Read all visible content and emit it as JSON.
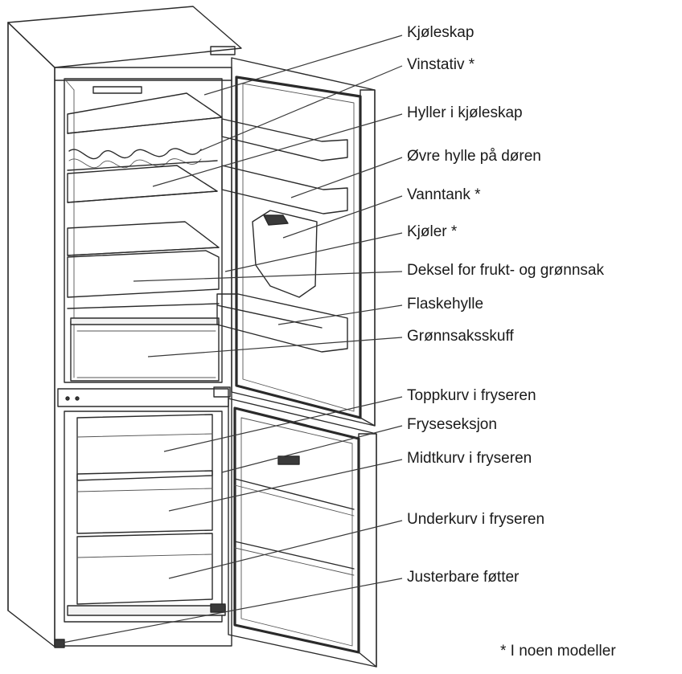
{
  "labels": [
    {
      "id": "kjoleskap",
      "text": "Kjøleskap"
    },
    {
      "id": "vinstativ",
      "text": "Vinstativ *"
    },
    {
      "id": "hyller",
      "text": "Hyller i kjøleskap"
    },
    {
      "id": "ovre-hylle",
      "text": "Øvre hylle på døren"
    },
    {
      "id": "vanntank",
      "text": "Vanntank *"
    },
    {
      "id": "kjoler",
      "text": "Kjøler *"
    },
    {
      "id": "deksel",
      "text": "Deksel for frukt- og grønnsak"
    },
    {
      "id": "flaskehylle",
      "text": "Flaskehylle"
    },
    {
      "id": "gronnsaksskuff",
      "text": "Grønnsaksskuff"
    },
    {
      "id": "toppkurv",
      "text": "Toppkurv i fryseren"
    },
    {
      "id": "fryseseksjon",
      "text": "Fryseseksjon"
    },
    {
      "id": "midtkurv",
      "text": "Midtkurv i fryseren"
    },
    {
      "id": "underkurv",
      "text": "Underkurv i fryseren"
    },
    {
      "id": "justerbare",
      "text": "Justerbare føtter"
    }
  ],
  "footnote": "* I noen modeller"
}
